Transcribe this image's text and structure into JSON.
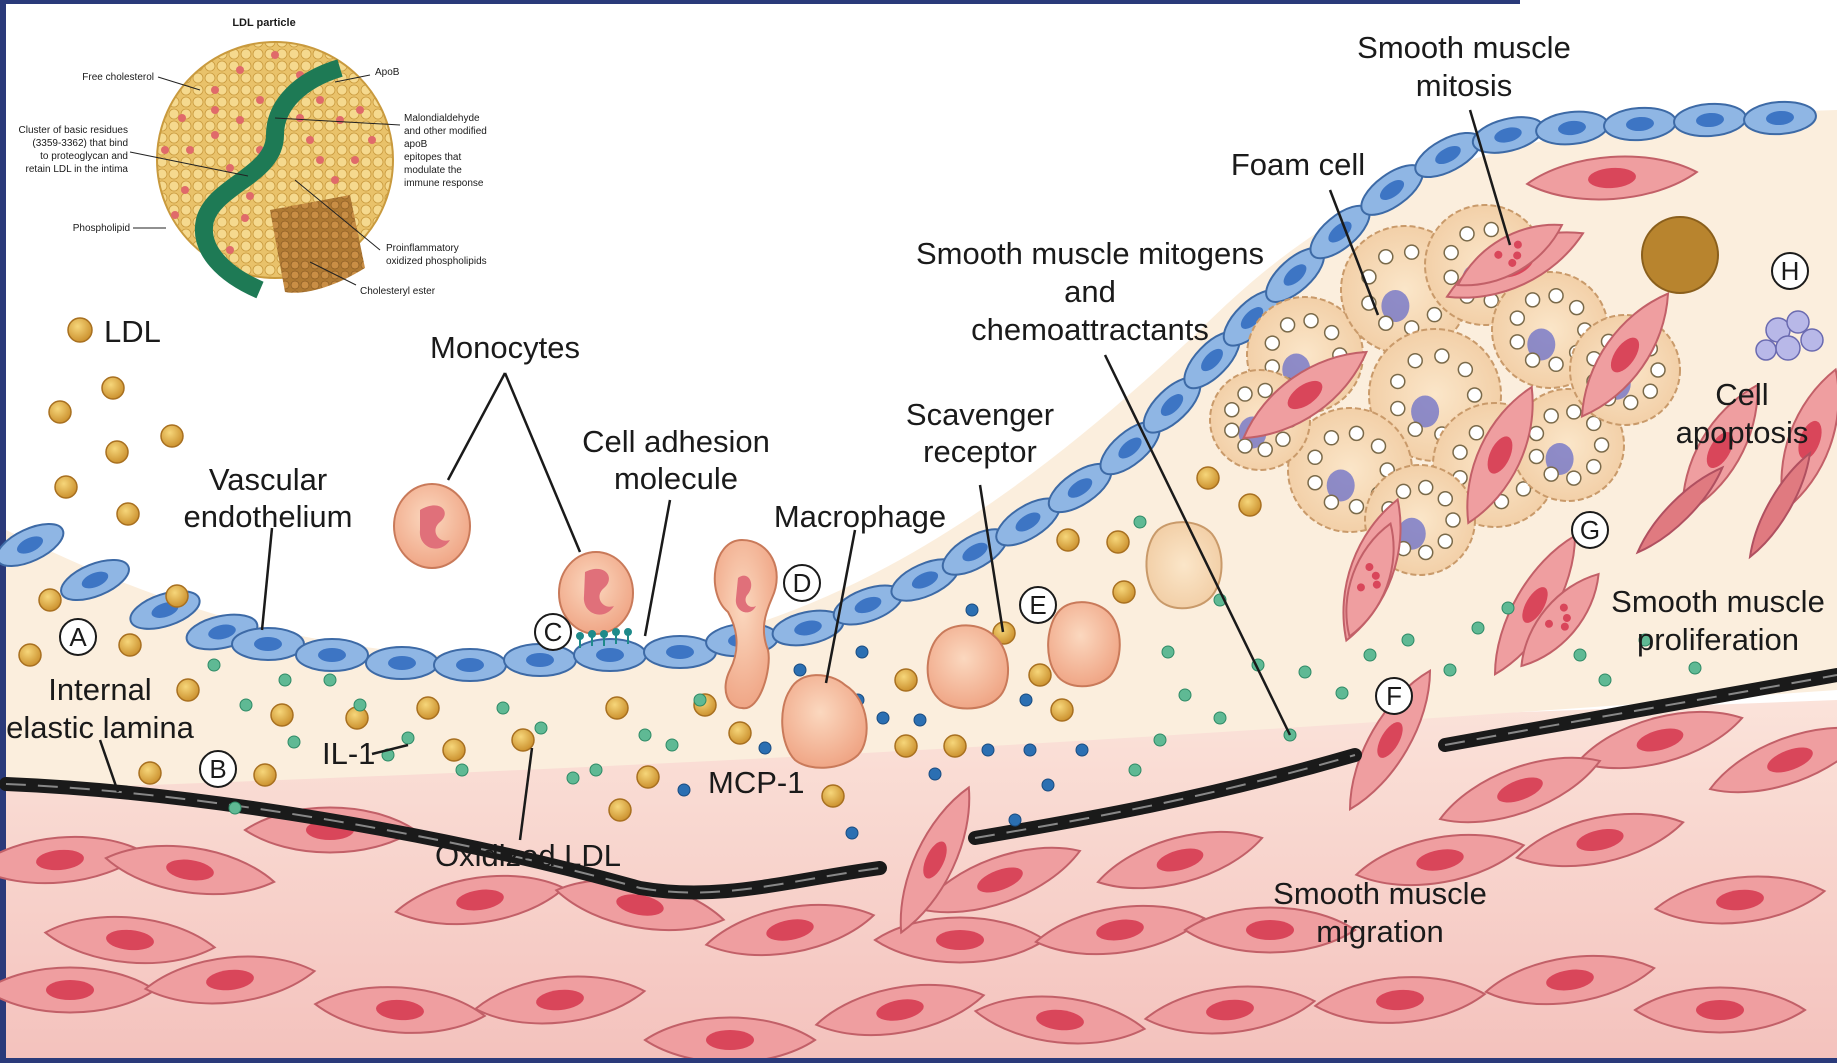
{
  "ldl_particle": {
    "title": "LDL particle",
    "free_cholesterol": "Free cholesterol",
    "apob": "ApoB",
    "cluster_1": "Cluster of basic residues",
    "cluster_2": "(3359-3362) that bind",
    "cluster_3": "to proteoglycan and",
    "cluster_4": "retain LDL in the intima",
    "mal_1": "Malondialdehyde",
    "mal_2": "and other modified",
    "mal_3": "apoB",
    "mal_4": "epitopes that",
    "mal_5": "modulate the",
    "mal_6": "immune response",
    "phospholipid": "Phospholipid",
    "pro_1": "Proinflammatory",
    "pro_2": "oxidized phospholipids",
    "cholesteryl_ester": "Cholesteryl ester"
  },
  "labels": {
    "ldl": "LDL",
    "monocytes": "Monocytes",
    "vascular_1": "Vascular",
    "vascular_2": "endothelium",
    "cam_1": "Cell adhesion",
    "cam_2": "molecule",
    "macrophage": "Macrophage",
    "scav_1": "Scavenger",
    "scav_2": "receptor",
    "mitogens_1": "Smooth muscle mitogens",
    "mitogens_2": "and",
    "mitogens_3": "chemoattractants",
    "foam_cell": "Foam cell",
    "mitosis_1": "Smooth muscle",
    "mitosis_2": "mitosis",
    "apoptosis_1": "Cell",
    "apoptosis_2": "apoptosis",
    "prolif_1": "Smooth muscle",
    "prolif_2": "proliferation",
    "iel_1": "Internal",
    "iel_2": "elastic lamina",
    "il1": "IL-1",
    "mcp1": "MCP-1",
    "ox_ldl": "Oxidized LDL",
    "migration_1": "Smooth muscle",
    "migration_2": "migration"
  },
  "steps": {
    "a": "A",
    "b": "B",
    "c": "C",
    "d": "D",
    "e": "E",
    "f": "F",
    "g": "G",
    "h": "H"
  },
  "colors": {
    "frame": "#2a3a7a",
    "intima": "#fbeedd",
    "media": "#f8d2cc",
    "ldl_gold": "#d9a441",
    "endothelium": "#7fa9dc",
    "smc": "#e98b90",
    "lamina": "#1a1a1a",
    "monocyte": "#f3b08a",
    "green_dot": "#5fb994",
    "blue_dot": "#2b6fb2",
    "apob_band": "#1e7a55"
  }
}
